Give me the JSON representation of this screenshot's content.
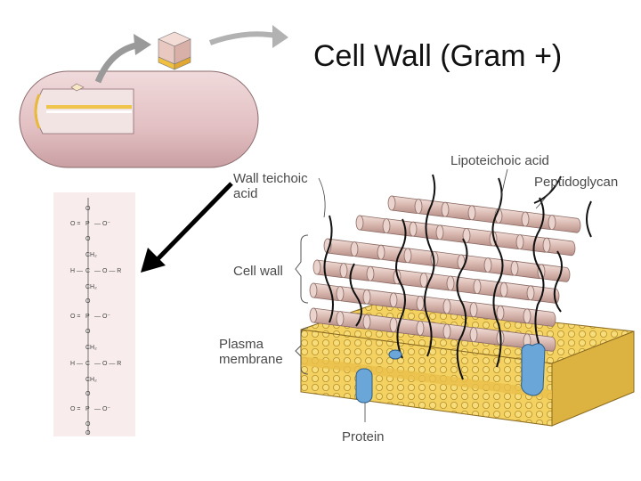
{
  "title": "Cell Wall (Gram +)",
  "labels": {
    "wall_teichoic_1": "Wall teichoic",
    "wall_teichoic_2": "acid",
    "lipoteichoic": "Lipoteichoic acid",
    "peptidoglycan": "Peptidoglycan",
    "cell_wall": "Cell wall",
    "plasma_1": "Plasma",
    "plasma_2": "membrane",
    "protein": "Protein"
  },
  "chem_labels": {
    "o": "O",
    "p": "P",
    "ch2": "CH₂",
    "h": "H",
    "c": "C",
    "r": "R",
    "o_minus": "O⁻"
  },
  "colors": {
    "cell_body": "#e3c2c4",
    "cell_wall_band": "#f0c040",
    "membrane_yellow": "#f2cf5a",
    "peptidoglycan_rod": "#dcc0b8",
    "protein_blue": "#6aa6d8",
    "chem_bg": "#f7e9ea"
  }
}
